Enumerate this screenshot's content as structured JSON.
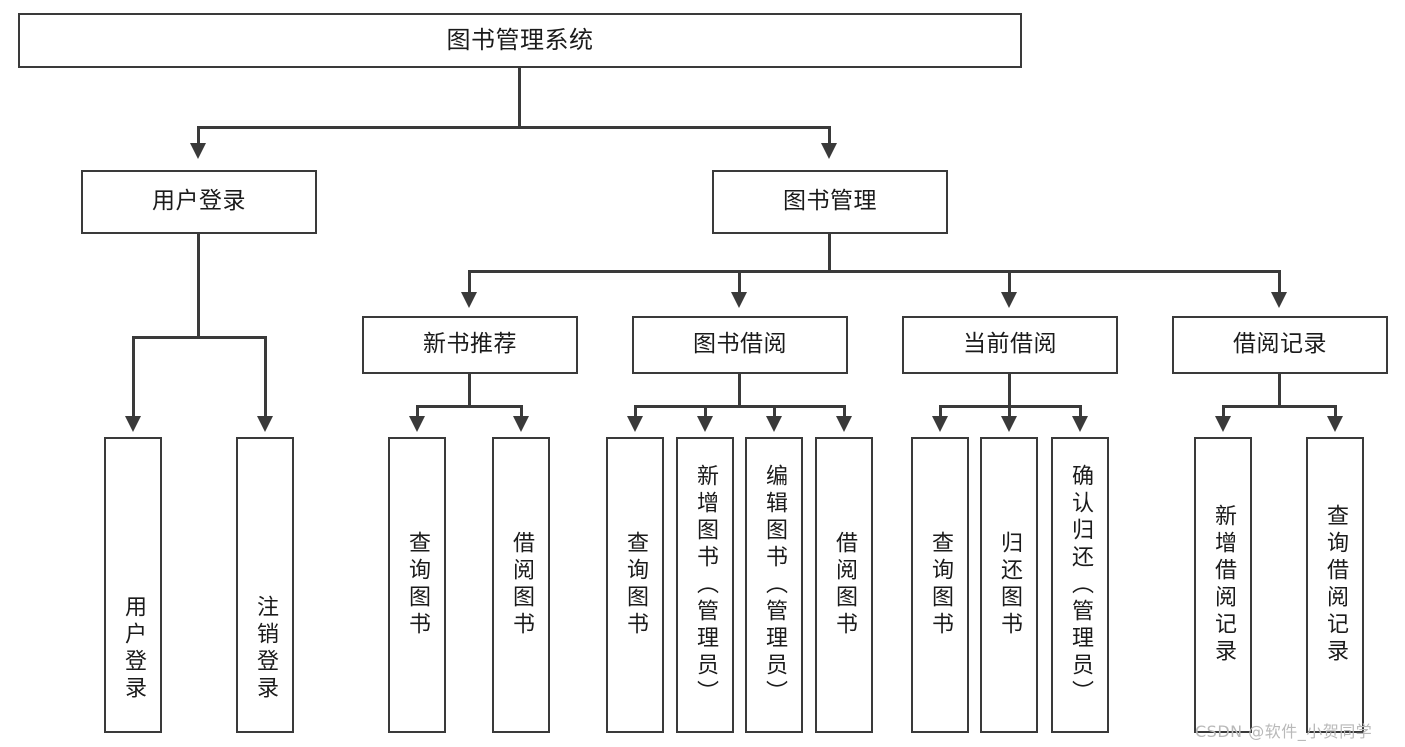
{
  "diagram": {
    "title": "图书管理系统",
    "type": "hierarchy-tree",
    "watermark": "CSDN @软件_小贺同学",
    "colors": {
      "stroke": "#3a3a3a",
      "box_fill": "#ffffff",
      "text": "#1b1b1b",
      "background": "#ffffff",
      "watermark": "#b9b9b9"
    }
  },
  "nodes": {
    "root": {
      "label": "图书管理系统"
    },
    "level1": [
      {
        "label": "用户登录"
      },
      {
        "label": "图书管理"
      }
    ],
    "level2": [
      {
        "label": "新书推荐"
      },
      {
        "label": "图书借阅"
      },
      {
        "label": "当前借阅"
      },
      {
        "label": "借阅记录"
      }
    ],
    "leaves": {
      "user_login": [
        {
          "label": "用户登录"
        },
        {
          "label": "注销登录"
        }
      ],
      "new_book_recommend": [
        {
          "label": "查询图书"
        },
        {
          "label": "借阅图书"
        }
      ],
      "book_borrow": [
        {
          "label": "查询图书"
        },
        {
          "label": "新增图书（管理员）"
        },
        {
          "label": "编辑图书（管理员）"
        },
        {
          "label": "借阅图书"
        }
      ],
      "current_borrow": [
        {
          "label": "查询图书"
        },
        {
          "label": "归还图书"
        },
        {
          "label": "确认归还（管理员）"
        }
      ],
      "borrow_record": [
        {
          "label": "新增借阅记录"
        },
        {
          "label": "查询借阅记录"
        }
      ]
    }
  }
}
